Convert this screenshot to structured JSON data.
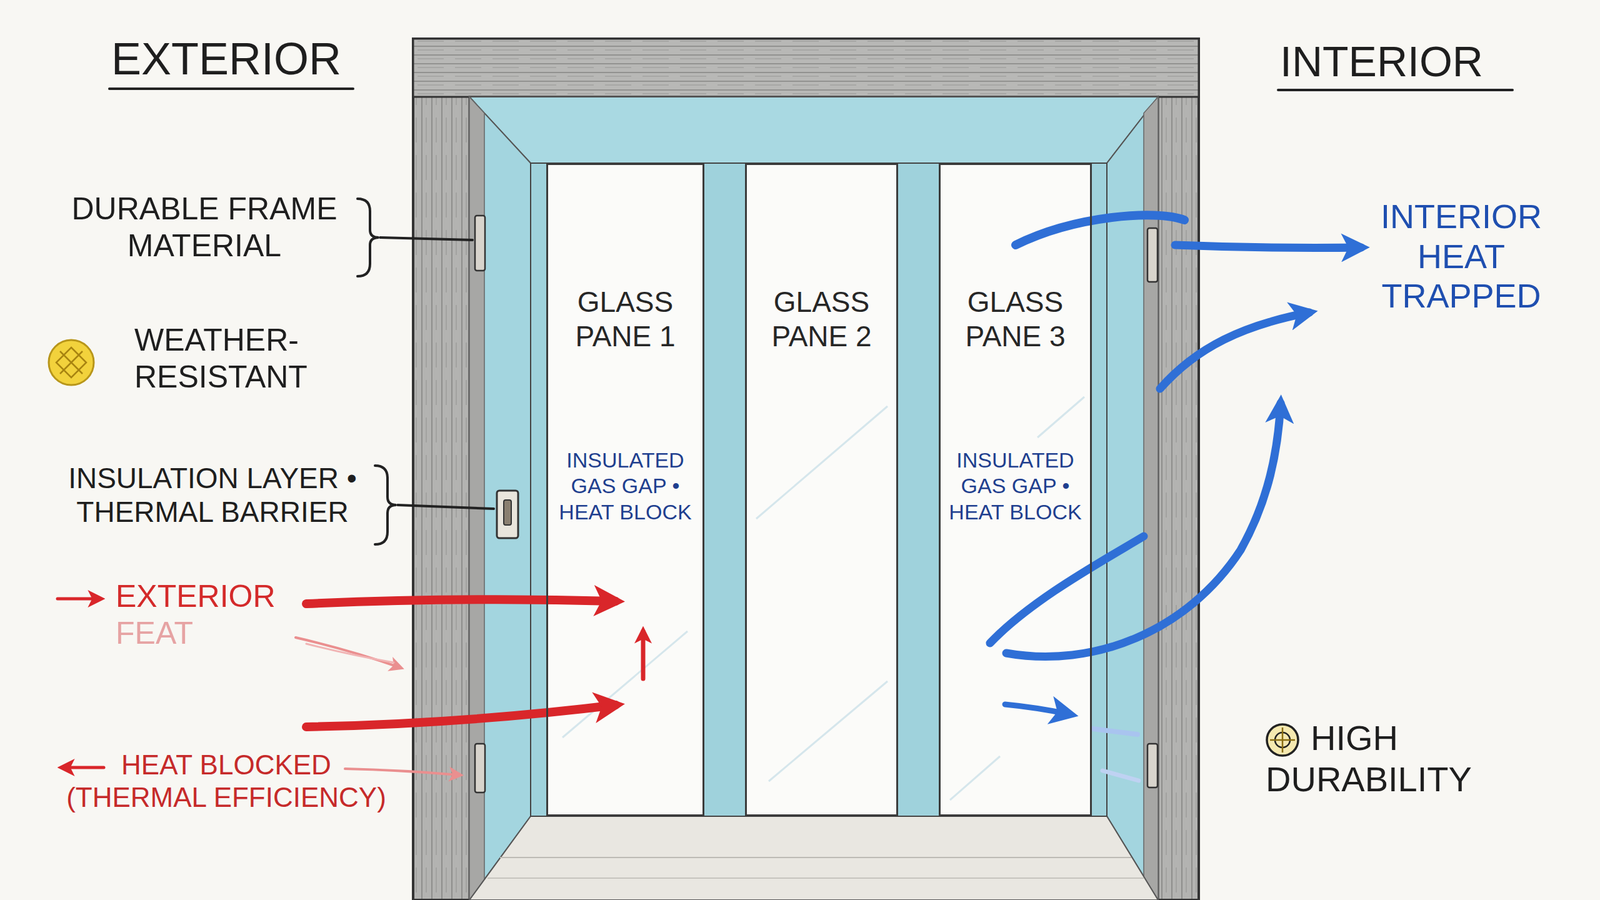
{
  "diagram": {
    "nodes": [
      {
        "text": [
          "GLASS PANE 1",
          "INSULATED GAS GAP • HEAT BLOCK"
        ]
      },
      {
        "text": [
          "GLASS PANE 2"
        ]
      },
      {
        "text": [
          "GLASS PANE 3",
          "INSULATED GAS GAP • HEAT BLOCK"
        ]
      }
    ],
    "labels": [
      "EXTERIOR",
      "INTERIOR",
      "DURABLE FRAME MATERIAL",
      "WEATHER-RESISTANT",
      "INSULATION LAYER • THERMAL BARRIER",
      "EXTERIOR FEAT",
      "HEAT BLOCKED (THERMAL EFFICIENCY)",
      "INTERIOR HEAT TRAPPED",
      "HIGH DURABILITY"
    ]
  }
}
